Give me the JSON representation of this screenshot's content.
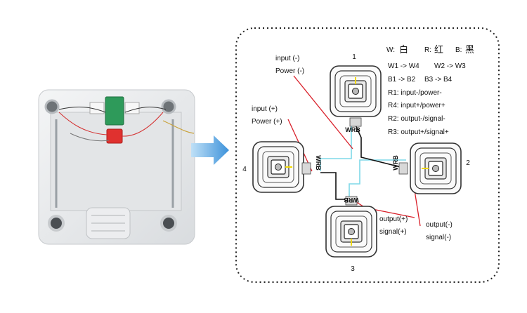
{
  "legend": {
    "w_key": "W:",
    "w_char": "白",
    "r_key": "R:",
    "r_char": "红",
    "b_key": "B:",
    "b_char": "黑"
  },
  "connections": [
    "W1 -> W4",
    "W2 -> W3",
    "B1 -> B2",
    "B3 -> B4",
    "R1: input-/power-",
    "R4: input+/power+",
    "R2: output-/signal-",
    "R3: output+/signal+"
  ],
  "labels": {
    "input_minus": "input (-)",
    "power_minus": "Power (-)",
    "input_plus": "input (+)",
    "power_plus": "Power (+)",
    "output_plus": "output(+)",
    "signal_plus": "signal(+)",
    "output_minus": "output(-)",
    "signal_minus": "signal(-)"
  },
  "sensor_numbers": [
    "1",
    "2",
    "3",
    "4"
  ],
  "wire_tag": "WRB",
  "colors": {
    "white_wire": "#7fd8e8",
    "red_wire": "#d9202a",
    "black_wire": "#111111",
    "arrow": "#4a9ede",
    "border": "#222222"
  }
}
